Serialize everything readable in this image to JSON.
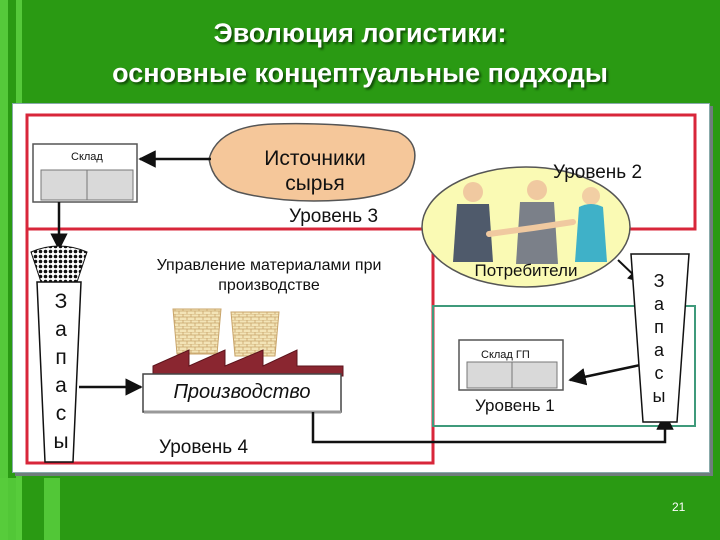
{
  "title": {
    "line1": "Эволюция логистики:",
    "line2": "основные концептуальные подходы"
  },
  "diagram": {
    "warehouse_top_label": "Склад",
    "sources_line1": "Источники",
    "sources_line2": "сырья",
    "level2": "Уровень 2",
    "level3": "Уровень 3",
    "materials_line1": "Управление материалами при",
    "materials_line2": "производстве",
    "consumers": "Потребители",
    "warehouse_fp_label": "Склад ГП",
    "level1": "Уровень 1",
    "production": "Производство",
    "level4": "Уровень 4",
    "stocks_left_letters": [
      "З",
      "а",
      "п",
      "а",
      "с",
      "ы"
    ],
    "stocks_right_letters": [
      "З",
      "а",
      "п",
      "а",
      "с",
      "ы"
    ]
  },
  "slide_number": "21",
  "colors": {
    "background": "#2a9a13",
    "frame_red": "#d8263a",
    "frame_green": "#3f9a7b",
    "sources_fill": "#f5c79a",
    "consumers_fill": "#fafab4"
  }
}
